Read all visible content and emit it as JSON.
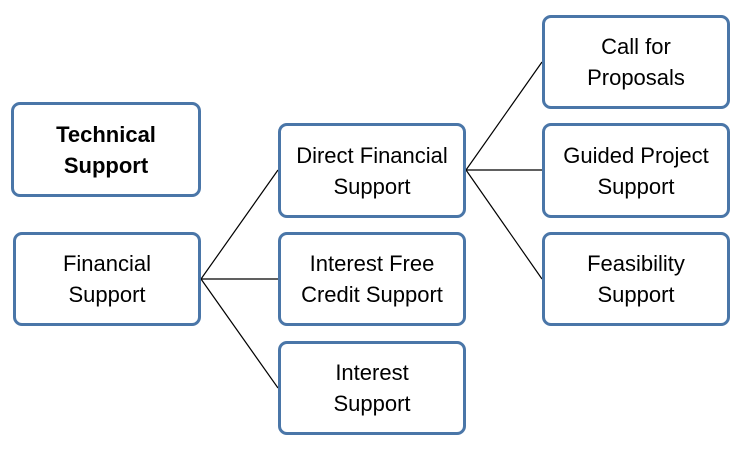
{
  "diagram": {
    "line_color": "#000000",
    "box_border_color": "#4a76a8",
    "box_fill_color": "#ffffff",
    "nodes": {
      "technical_support": "Technical\nSupport",
      "financial_support": "Financial\nSupport",
      "direct_financial_support": "Direct Financial\nSupport",
      "interest_free_credit_support": "Interest Free\nCredit Support",
      "interest_support": "Interest\nSupport",
      "call_for_proposals": "Call for\nProposals",
      "guided_project_support": "Guided Project\nSupport",
      "feasibility_support": "Feasibility\nSupport"
    },
    "edges": [
      [
        "financial_support",
        "direct_financial_support"
      ],
      [
        "financial_support",
        "interest_free_credit_support"
      ],
      [
        "financial_support",
        "interest_support"
      ],
      [
        "direct_financial_support",
        "call_for_proposals"
      ],
      [
        "direct_financial_support",
        "guided_project_support"
      ],
      [
        "direct_financial_support",
        "feasibility_support"
      ]
    ]
  }
}
